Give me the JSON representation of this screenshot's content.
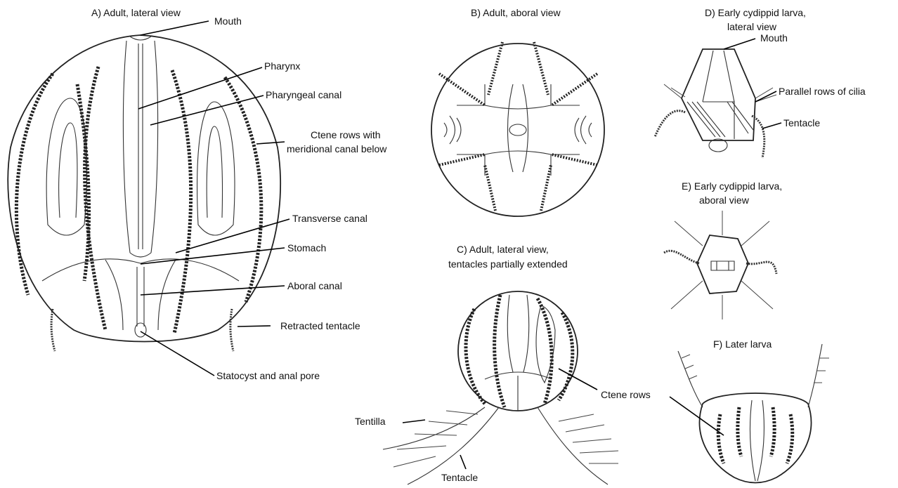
{
  "panels": {
    "a_title": "A) Adult, lateral view",
    "b_title": "B) Adult, aboral view",
    "c_title_line1": "C) Adult, lateral view,",
    "c_title_line2": "tentacles partially extended",
    "d_title_line1": "D) Early cydippid larva,",
    "d_title_line2": "lateral view",
    "e_title_line1": "E) Early cydippid larva,",
    "e_title_line2": "aboral view",
    "f_title": "F) Later larva"
  },
  "labels": {
    "mouth_a": "Mouth",
    "pharynx": "Pharynx",
    "pharyngeal_canal": "Pharyngeal canal",
    "ctene_rows_meridional_1": "Ctene rows with",
    "ctene_rows_meridional_2": "meridional canal below",
    "transverse_canal": "Transverse canal",
    "stomach": "Stomach",
    "aboral_canal": "Aboral canal",
    "retracted_tentacle": "Retracted tentacle",
    "statocyst_anal_pore": "Statocyst and anal pore",
    "mouth_d": "Mouth",
    "parallel_rows_cilia": "Parallel rows of cilia",
    "tentacle_d": "Tentacle",
    "ctene_rows": "Ctene rows",
    "tentilla": "Tentilla",
    "tentacle_c": "Tentacle"
  }
}
